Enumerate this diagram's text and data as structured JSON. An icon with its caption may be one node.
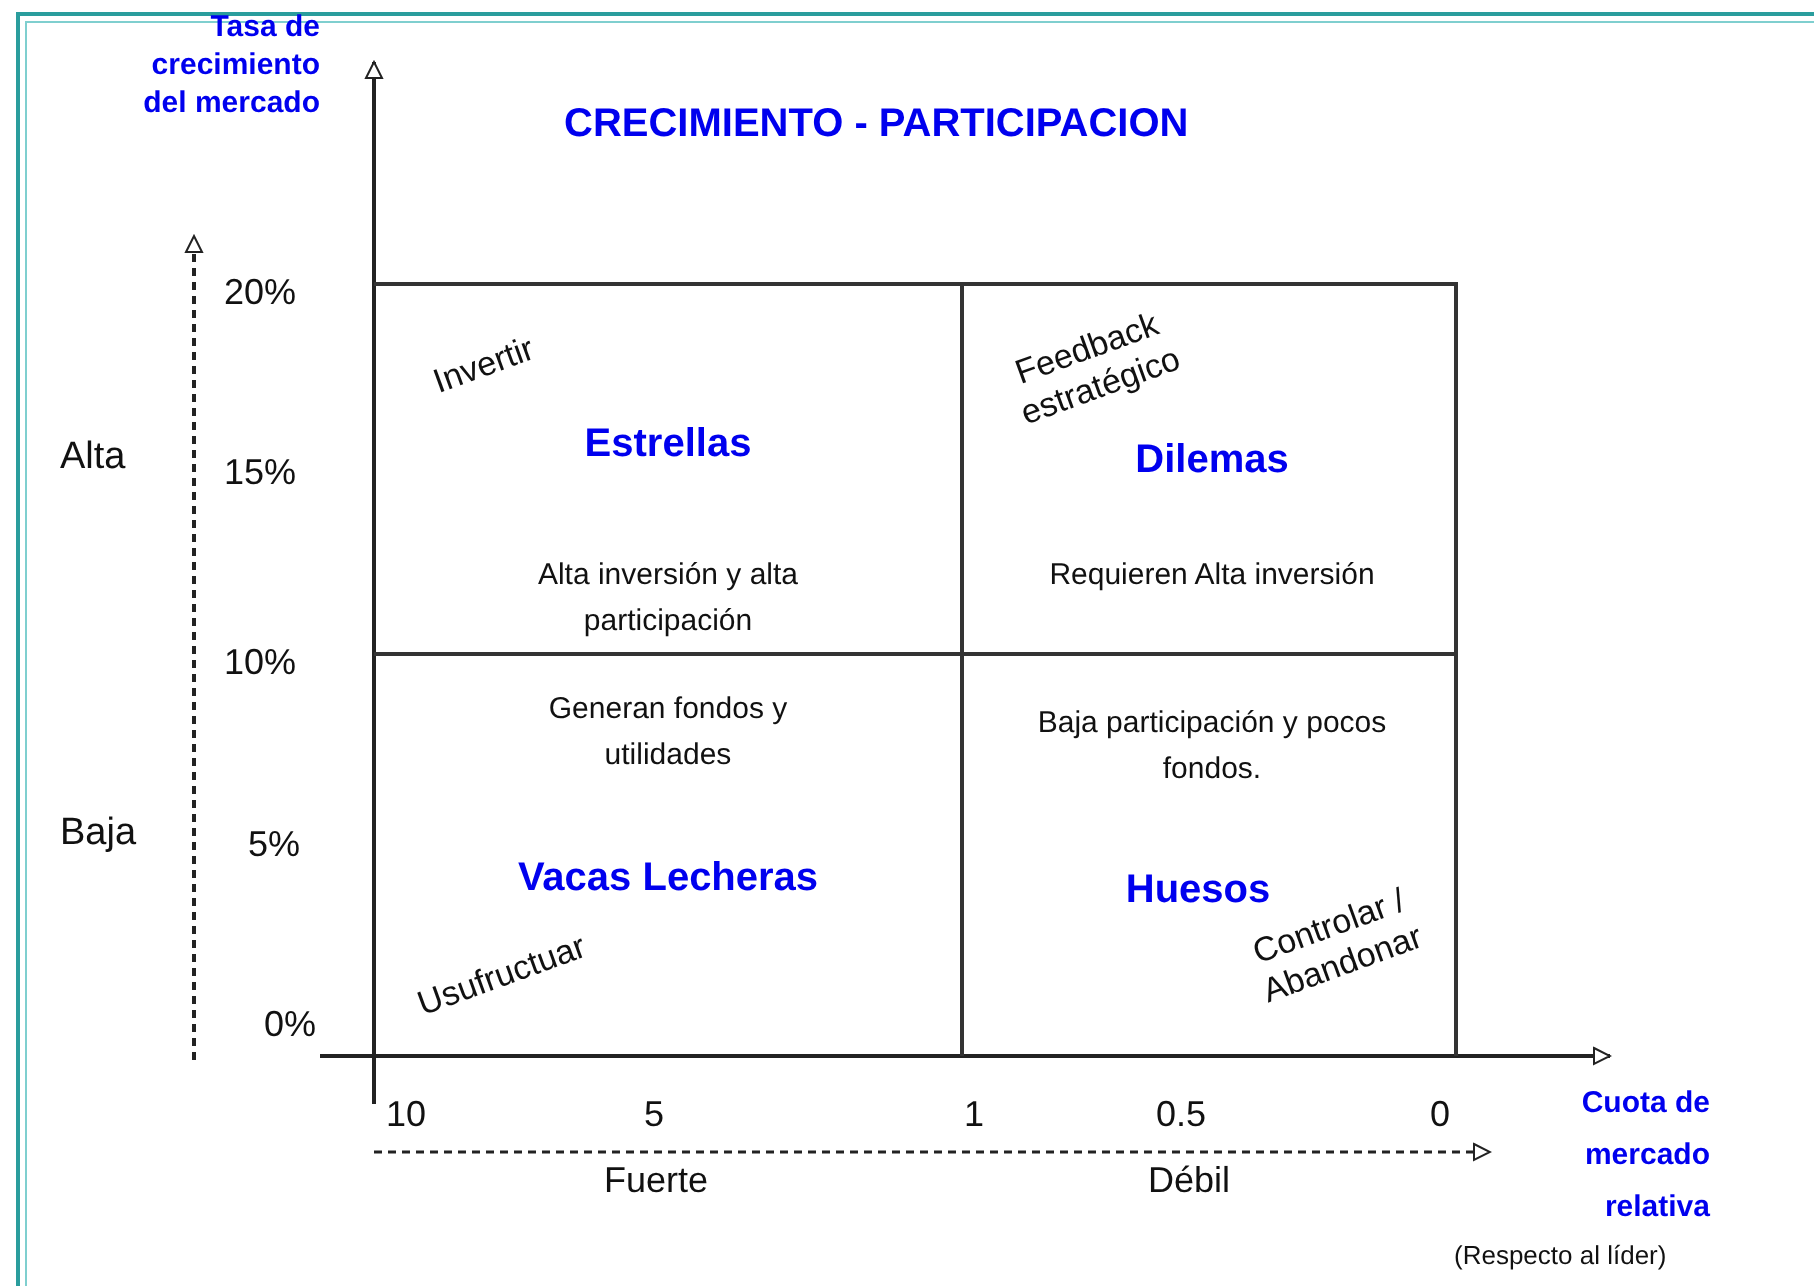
{
  "diagram": {
    "title": "CRECIMIENTO - PARTICIPACION",
    "nodes": [
      {
        "text": [
          "Invertir",
          "Estrellas",
          "Alta inversión y alta participación"
        ]
      },
      {
        "text": [
          "Feedback estratégico",
          "Dilemas",
          "Requieren Alta inversión"
        ]
      },
      {
        "text": [
          "Generan fondos y utilidades",
          "Vacas Lecheras",
          "Usufructuar"
        ]
      },
      {
        "text": [
          "Baja participación y pocos fondos.",
          "Huesos",
          "Controlar / Abandonar"
        ]
      }
    ],
    "edges": [],
    "labels": [
      "Tasa de crecimiento del mercado",
      "20%",
      "Alta",
      "15%",
      "10%",
      "Baja",
      "5%",
      "0%",
      "10",
      "5",
      "1",
      "0.5",
      "0",
      "Cuota de mercado relativa",
      "Fuerte",
      "Débil",
      "(Respecto al líder)"
    ]
  }
}
